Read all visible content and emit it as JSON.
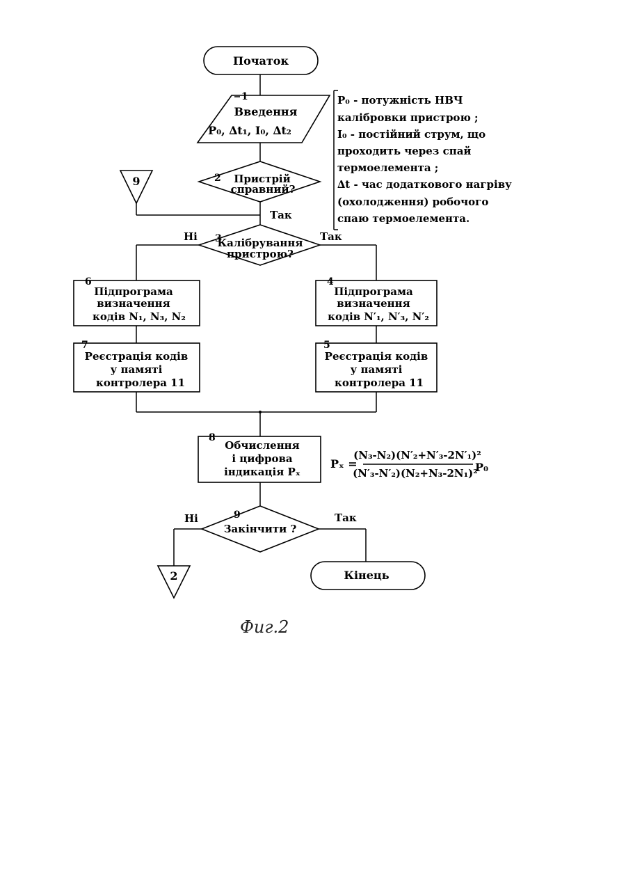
{
  "flowchart": {
    "start": "Початок",
    "input": {
      "num": "1",
      "line1": "Введення",
      "line2": "P₀, ∆t₁, I₀, ∆t₂"
    },
    "device_ok": {
      "num": "2",
      "line1": "Пристрій",
      "line2": "справний?"
    },
    "connector_in": "9",
    "yes_label": "Так",
    "no_label": "Ні",
    "calibration": {
      "num": "3",
      "line1": "Калібрування",
      "line2": "пристрою?"
    },
    "sub_left": {
      "num": "6",
      "line1": "Підпрограма",
      "line2": "визначення",
      "line3": "кодів N₁, N₃, N₂"
    },
    "sub_right": {
      "num": "4",
      "line1": "Підпрограма",
      "line2": "визначення",
      "line3": "кодів N′₁, N′₃, N′₂"
    },
    "reg_left": {
      "num": "7",
      "line1": "Реєстрація кодів",
      "line2": "у памяті",
      "line3": "контролера 11"
    },
    "reg_right": {
      "num": "5",
      "line1": "Реєстрація кодів",
      "line2": "у памяті",
      "line3": "контролера 11"
    },
    "compute": {
      "num": "8",
      "line1": "Обчислення",
      "line2": "і цифрова",
      "line3": "індикація Pₓ"
    },
    "finish_q": {
      "num": "9",
      "line1": "Закінчити ?"
    },
    "connector_out": "2",
    "end": "Кінець"
  },
  "legend": {
    "lines": [
      "P₀ - потужність НВЧ",
      "калібровки пристрою ;",
      "I₀ - постійний струм, що",
      "проходить через спай",
      "термоелемента ;",
      "∆t - час додаткового нагріву",
      "(охолодження) робочого",
      "спаю термоелемента."
    ]
  },
  "formula": {
    "lhs": "Pₓ =",
    "numerator": "(N₃-N₂)(N′₂+N′₃-2N′₁)²",
    "denominator": "(N′₃-N′₂)(N₂+N₃-2N₁)²",
    "factor": "P₀"
  },
  "caption": "Фиг.2"
}
